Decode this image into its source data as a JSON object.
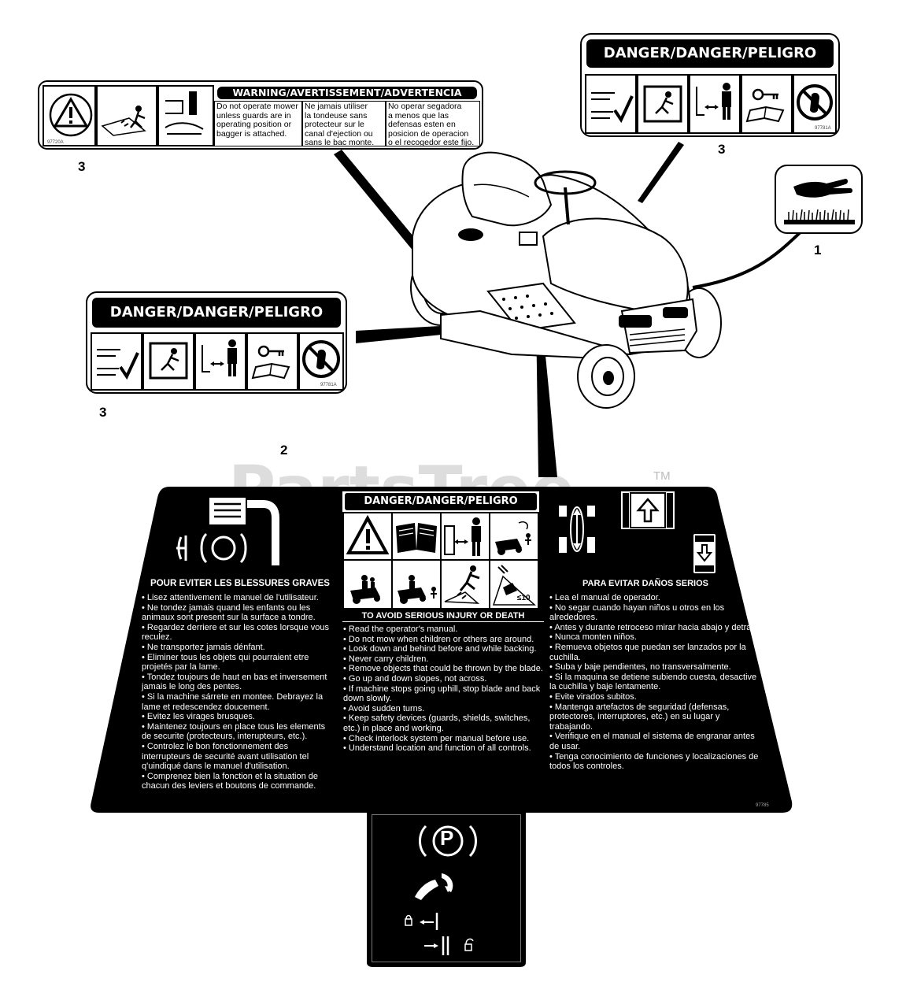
{
  "watermark": {
    "text": "PartsTree",
    "tm": "TM"
  },
  "callouts": {
    "c1": "1",
    "c2": "2",
    "c3a": "3",
    "c3b": "3",
    "c3c": "3"
  },
  "warning_decal": {
    "header": "WARNING/AVERTISSEMENT/ADVERTENCIA",
    "code": "97720A",
    "text_en": [
      "Do not operate mower",
      "unless guards are in",
      "operating position or",
      "bagger is attached."
    ],
    "text_fr": [
      "Ne jamais utiliser",
      "la tondeuse sans",
      "protecteur sur le",
      "canal d'ejection ou",
      "sans le bac monte."
    ],
    "text_es": [
      "No operar segadora",
      "a menos que las",
      "defensas esten en",
      "posicion de operacion",
      "o el recogedor este fijo."
    ]
  },
  "danger_decal": {
    "header": "DANGER/DANGER/PELIGRO",
    "code": "97781A",
    "icons": [
      "reverse-mowing-icon",
      "thrown-object-icon",
      "keep-distance-icon",
      "read-manual-icon",
      "no-riders-icon"
    ]
  },
  "hand_decal": {
    "icons": [
      "hand-icon",
      "grass-cutting-icon"
    ]
  },
  "main_decal": {
    "center_header": "DANGER/DANGER/PELIGRO",
    "left_title": "POUR EVITER LES BLESSURES GRAVES",
    "left_items": [
      "Lisez attentivement le manuel de l'utilisateur.",
      "Ne tondez jamais quand les enfants ou les animaux sont present sur la surface  a tondre.",
      "Regardez derriere et sur les cotes lorsque vous reculez.",
      "Ne transportez jamais dénfant.",
      "Eliminer tous les objets qui pourraient etre projetés par la lame.",
      "Tondez toujours de haut en bas et inversement jamais le long des pentes.",
      "Si la machine sárrete en montee. Debrayez la lame et redescendez doucement.",
      "Evitez les virages brusques.",
      "Maintenez toujours en place tous les elements de securite (protecteurs, interupteurs, etc.).",
      "Controlez le bon fonctionnement des interrupteurs de securité avant utilisation tel q'uindiqué dans le manuel d'utilisation.",
      "Comprenez bien la fonction et la situation de chacun des leviers et boutons de commande."
    ],
    "center_title": "TO AVOID SERIOUS INJURY OR DEATH",
    "center_items": [
      "Read the operator's manual.",
      "Do not mow when children or others are around.",
      "Look down and behind before and while backing.",
      "Never carry children.",
      "Remove objects that could be thrown by the blade.",
      "Go up and down slopes, not across.",
      "If machine stops going uphill, stop blade and back down slowly.",
      "Avoid sudden turns.",
      "Keep safety devices (guards, shields, switches, etc.) in place and working.",
      "Check interlock system per manual before use.",
      "Understand location and function of all controls."
    ],
    "right_title": "PARA EVITAR DAÑOS SERIOS",
    "right_items": [
      "Lea el manual de operador.",
      "No segar cuando hayan niños u otros en los alrededores.",
      "Antes y durante retroceso mirar hacia abajo y detras.",
      "Nunca monten niños.",
      "Remueva objetos que puedan ser lanzados por la cuchilla.",
      "Suba y baje pendientes, no transversalmente.",
      "Si la maquina se detiene subiendo cuesta, desactive la cuchilla y baje lentamente.",
      "Evite virados subitos.",
      "Mantenga artefactos de seguridad (defensas, protectores, interruptores, etc.) en su lugar y trabajando.",
      "Verifique en el manual el sistema de engranar antes de usar.",
      "Tenga conocimiento de funciones y localizaciones de todos los controles."
    ],
    "slope_label": "10",
    "code": "97785",
    "parking_letter": "P"
  }
}
